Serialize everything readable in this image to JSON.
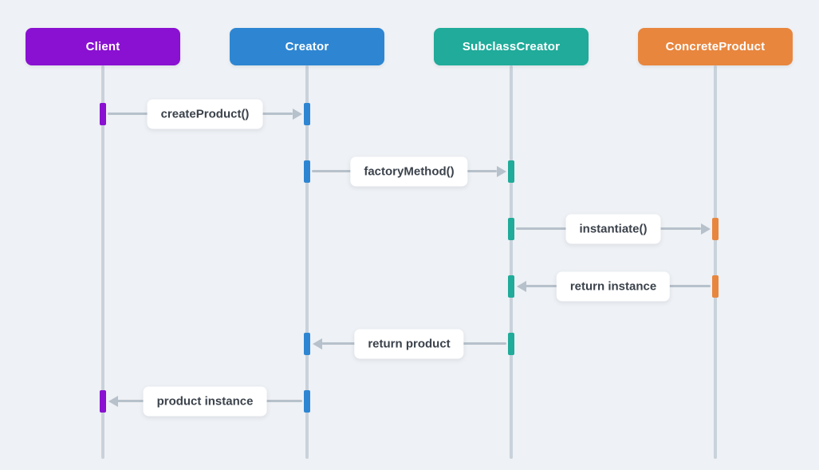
{
  "diagram": {
    "type": "uml-sequence-diagram",
    "background_color": "#eef1f5",
    "lifeline_color": "#c9d2da",
    "arrow_color": "#b6c1cb",
    "label_text_color": "#3b424b",
    "label_bg_color": "#ffffff",
    "participants": [
      {
        "name": "Client",
        "color": "#8a11d1"
      },
      {
        "name": "Creator",
        "color": "#2e86d2"
      },
      {
        "name": "SubclassCreator",
        "color": "#20ab9a"
      },
      {
        "name": "ConcreteProduct",
        "color": "#e8863e"
      }
    ],
    "messages": [
      {
        "label": "createProduct()",
        "from": "Client",
        "to": "Creator",
        "direction": "right"
      },
      {
        "label": "factoryMethod()",
        "from": "Creator",
        "to": "SubclassCreator",
        "direction": "right"
      },
      {
        "label": "instantiate()",
        "from": "SubclassCreator",
        "to": "ConcreteProduct",
        "direction": "right"
      },
      {
        "label": "return instance",
        "from": "ConcreteProduct",
        "to": "SubclassCreator",
        "direction": "left"
      },
      {
        "label": "return product",
        "from": "SubclassCreator",
        "to": "Creator",
        "direction": "left"
      },
      {
        "label": "product instance",
        "from": "Creator",
        "to": "Client",
        "direction": "left"
      }
    ]
  }
}
